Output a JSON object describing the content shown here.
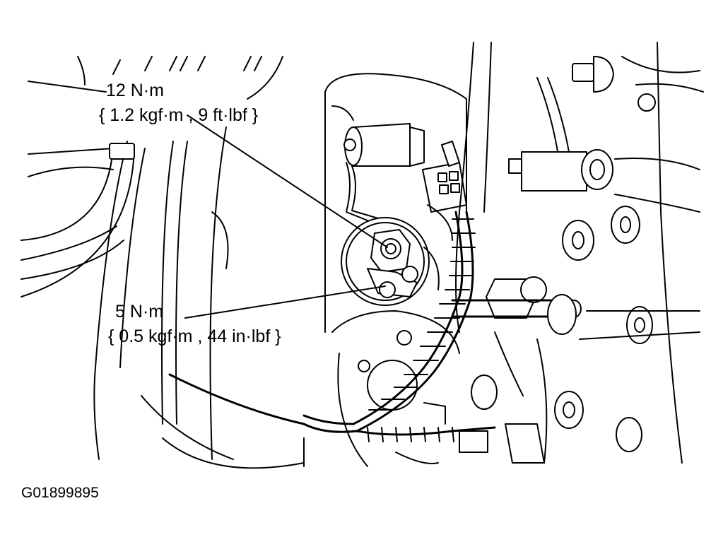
{
  "diagram": {
    "callouts": [
      {
        "line1": "12 N·m",
        "line2": "{ 1.2 kgf·m , 9 ft·lbf }"
      },
      {
        "line1": "5 N·m",
        "line2": "{ 0.5 kgf·m , 44 in·lbf }"
      }
    ],
    "figure_code": "G01899895"
  }
}
